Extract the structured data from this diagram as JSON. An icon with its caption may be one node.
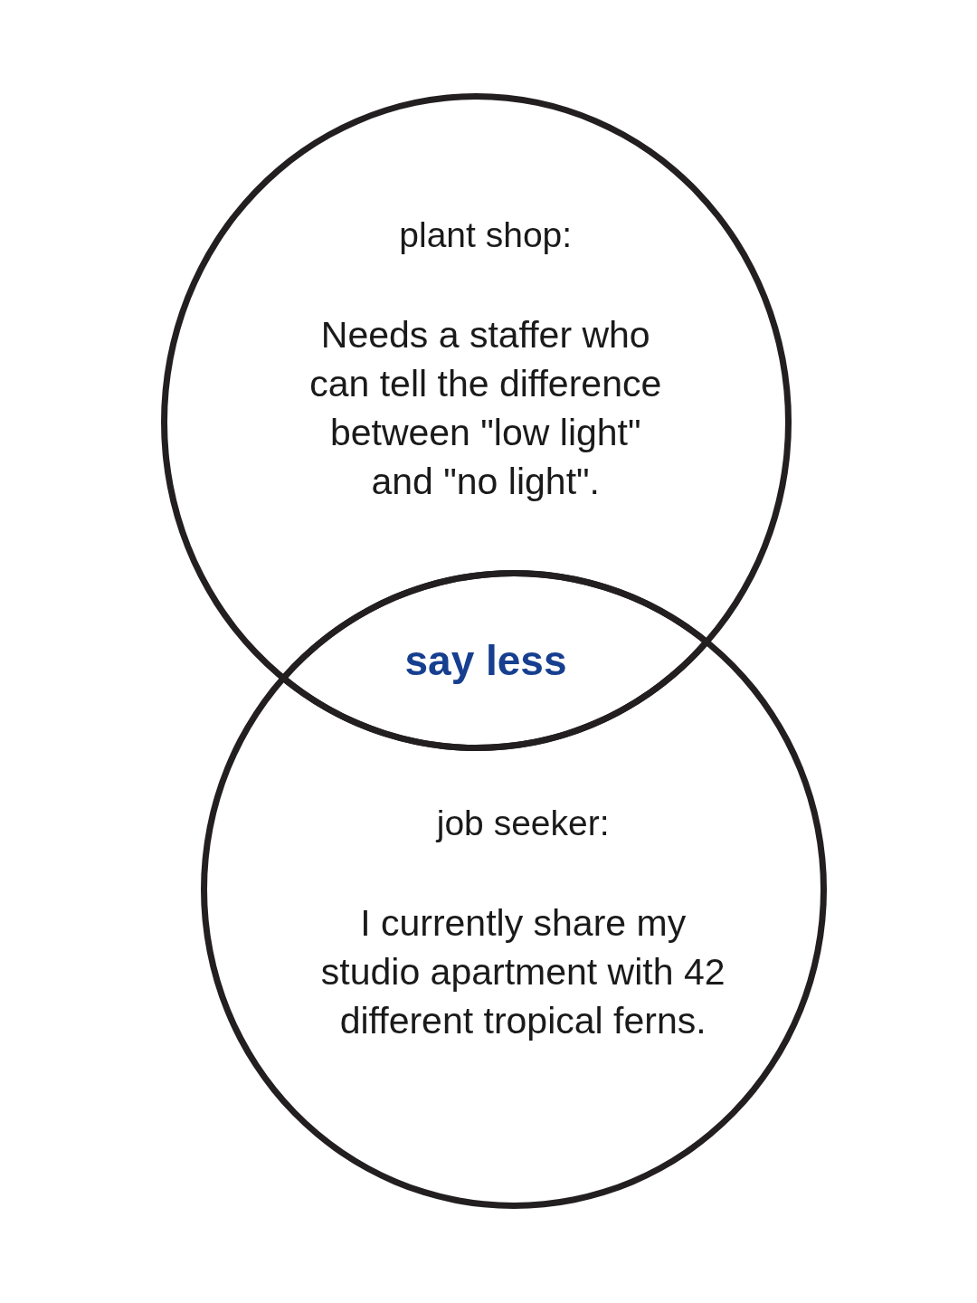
{
  "diagram": {
    "nodes": [
      {
        "text": [
          "plant shop:",
          "Needs a staffer who can tell the difference between \"low light\" and \"no light\"."
        ]
      },
      {
        "text": [
          "job seeker:",
          "I currently share my studio apartment with 42 different tropical ferns."
        ]
      },
      {
        "text": [
          "say less"
        ]
      }
    ]
  }
}
